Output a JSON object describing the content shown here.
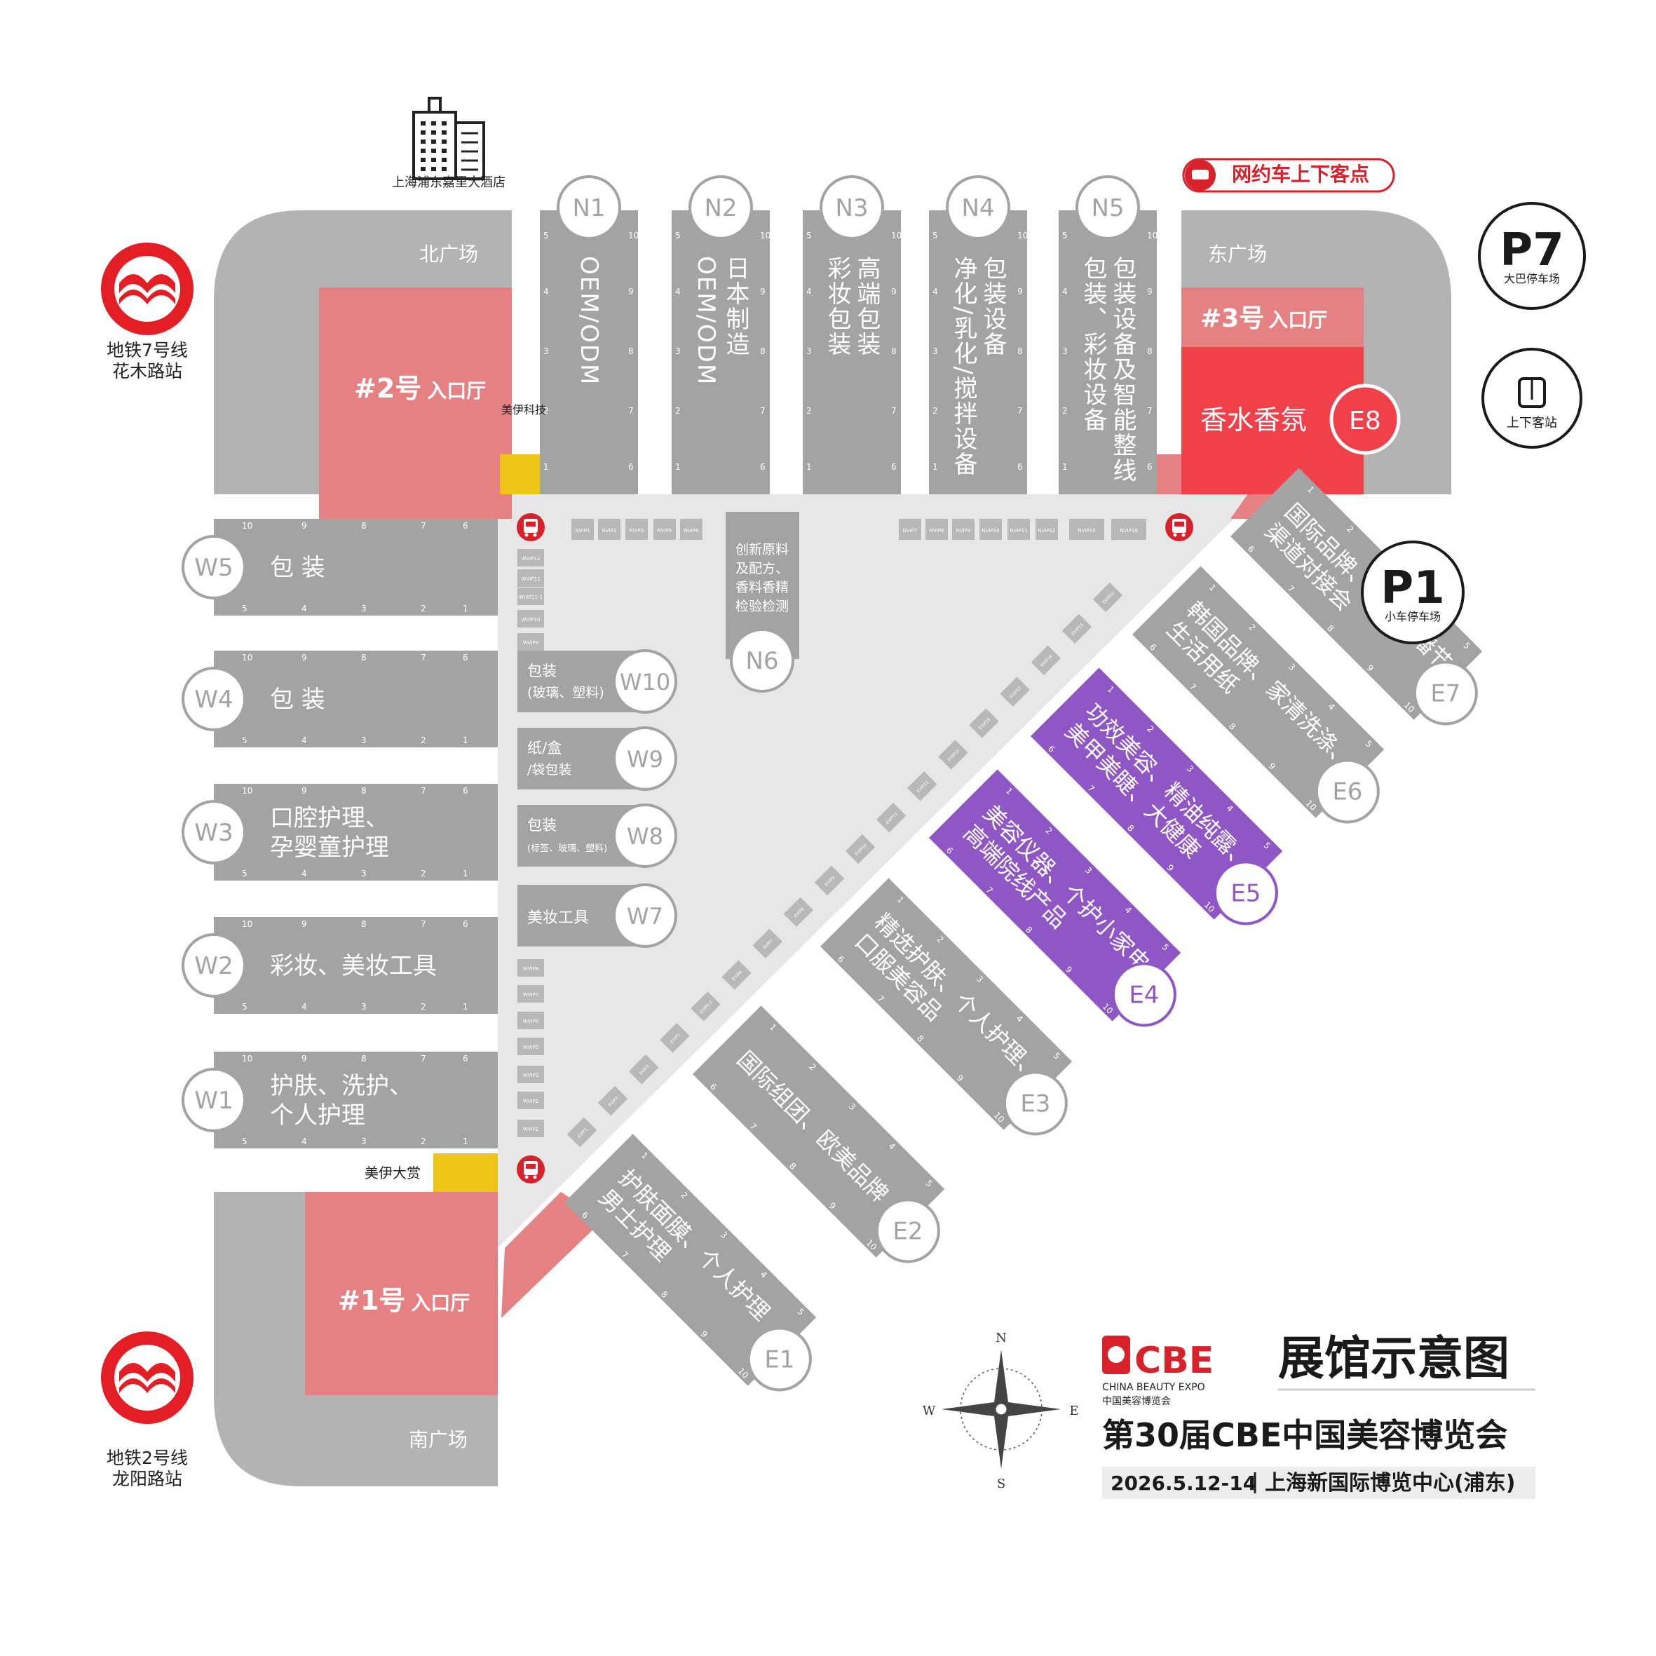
{
  "colors": {
    "hall": "#a3a3a4",
    "plaza": "#b3b3b3",
    "courtyard": "#e7e7e8",
    "entrance": "#e58182",
    "perfume": "#f0414b",
    "purple": "#8f56c5",
    "yellow": "#edc418",
    "metro": "#e31e24",
    "pin": "#d7212b"
  },
  "title": {
    "logo_text": "CBE",
    "logo_sub_en": "CHINA BEAUTY EXPO",
    "logo_sub_cn": "中国美容博览会",
    "main": "展馆示意图",
    "event": "第30届CBE中国美容博览会",
    "date": "2026.5.12-14",
    "venue": "上海新国际博览中心(浦东)"
  },
  "compass": {
    "n": "N",
    "e": "E",
    "s": "S",
    "w": "W"
  },
  "landmarks": {
    "hotel": "上海浦东嘉里大酒店",
    "metro7_l1": "地铁7号线",
    "metro7_l2": "花木路站",
    "metro2_l1": "地铁2号线",
    "metro2_l2": "龙阳路站",
    "ride_hail": "网约车上下客点",
    "p7": "P7",
    "p7_sub": "大巴停车场",
    "p1": "P1",
    "p1_sub": "小车停车场",
    "bus_station": "上下客站"
  },
  "plazas": {
    "north": "北广场",
    "east": "东广场",
    "south": "南广场"
  },
  "entrances": {
    "e2_num": "#2号",
    "e2_label": "入口厅",
    "e3_num": "#3号",
    "e3_label": "入口厅",
    "e1_num": "#1号",
    "e1_label": "入口厅"
  },
  "sponsors": {
    "north": "美伊科技",
    "south": "美伊大赏"
  },
  "north_halls": [
    {
      "id": "N1",
      "lines": [
        "OEM/ODM"
      ]
    },
    {
      "id": "N2",
      "lines": [
        "日本制造",
        "OEM/ODM"
      ]
    },
    {
      "id": "N3",
      "lines": [
        "高端包装",
        "彩妆包装"
      ]
    },
    {
      "id": "N4",
      "lines": [
        "包装设备",
        "净化/乳化/搅拌设备"
      ]
    },
    {
      "id": "N5",
      "lines": [
        "包装设备及智能整线",
        "包装、彩妆设备"
      ]
    }
  ],
  "e8": {
    "id": "E8",
    "label": "香水香氛"
  },
  "n6": {
    "id": "N6",
    "lines": [
      "创新原料",
      "及配方、",
      "香料香精",
      "检验检测"
    ]
  },
  "west_halls": [
    {
      "id": "W5",
      "lines": [
        "包 装"
      ]
    },
    {
      "id": "W4",
      "lines": [
        "包 装"
      ]
    },
    {
      "id": "W3",
      "lines": [
        "口腔护理、",
        "孕婴童护理"
      ]
    },
    {
      "id": "W2",
      "lines": [
        "彩妆、美妆工具"
      ]
    },
    {
      "id": "W1",
      "lines": [
        "护肤、洗护、",
        "个人护理"
      ]
    }
  ],
  "inner_halls": [
    {
      "id": "W10",
      "line1": "包装",
      "line2": "(玻璃、塑料)"
    },
    {
      "id": "W9",
      "line1": "纸/盒",
      "line2": "/袋包装"
    },
    {
      "id": "W8",
      "line1": "包装",
      "line2": "(标签、玻璃、塑料)"
    },
    {
      "id": "W7",
      "line1": "美妆工具",
      "line2": ""
    }
  ],
  "east_halls": [
    {
      "id": "E1",
      "lines": [
        "护肤面膜、个人护理",
        "男士护理"
      ]
    },
    {
      "id": "E2",
      "lines": [
        "国际组团、欧美品牌"
      ]
    },
    {
      "id": "E3",
      "lines": [
        "精选护肤、个人护理、",
        "口服美容品"
      ]
    },
    {
      "id": "E4",
      "lines": [
        "美容仪器、个护小家电、",
        "高端院线产品"
      ]
    },
    {
      "id": "E5",
      "lines": [
        "功效美容、精油纯露、",
        "美甲美睫、大健康"
      ]
    },
    {
      "id": "E6",
      "lines": [
        "韩国品牌、家清洗涤、",
        "生活用纸"
      ]
    },
    {
      "id": "E7",
      "lines": [
        "国际品牌、CBE展播节、",
        "渠道对接会"
      ]
    }
  ],
  "vip_top": [
    "NVIP1",
    "NVIP2",
    "NVIP3",
    "NVIP5",
    "NVIP6",
    "NVIP7",
    "NVIP8",
    "NVIP9",
    "NVIP10",
    "NVIP11",
    "NVIP12",
    "NVIP15",
    "NVIP16"
  ],
  "vip_west": [
    "WVIP12",
    "WVIP11",
    "WVIP11-1",
    "WVIP10",
    "WVIP9",
    "WVIP8",
    "WVIP7",
    "WVIP6",
    "WVIP5",
    "WVIP3",
    "WVIP2",
    "WVIP1"
  ],
  "vip_diag": [
    "EVIP1",
    "EVIP2",
    "EVIP3",
    "EVIP5",
    "EVIP5-1",
    "EVIP6",
    "EVIP7",
    "EVIP8",
    "EVIP9",
    "EVIP10",
    "EVIP11",
    "EVIP12",
    "EVIP15",
    "EVIP16",
    "EVIP17",
    "EVIP18",
    "EVIP19",
    "EVIP20"
  ],
  "hall_numbers_top": [
    "10",
    "9",
    "8",
    "7",
    "6"
  ],
  "hall_numbers_bottom": [
    "5",
    "4",
    "3",
    "2",
    "1"
  ]
}
